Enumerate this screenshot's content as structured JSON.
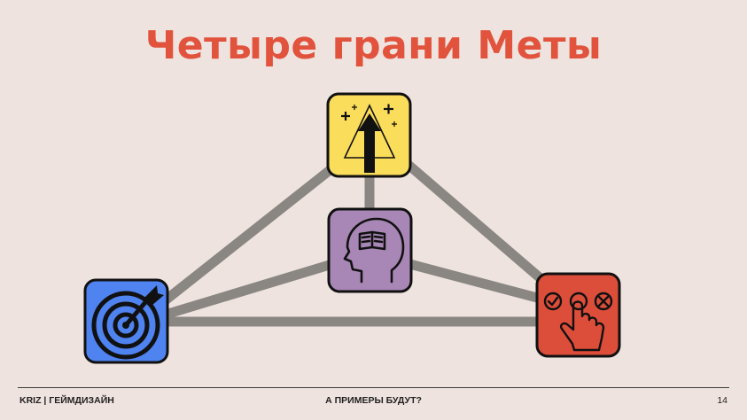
{
  "slide": {
    "title": "Четыре грани Меты",
    "footer_left": "KRIZ | ГЕЙМДИЗАЙН",
    "footer_center": "А ПРИМЕРЫ БУДУТ?",
    "page_number": "14"
  },
  "diagram": {
    "connector_color": "#8A8783",
    "nodes": [
      {
        "id": "growth",
        "icon": "upward-arrow-icon",
        "color": "#FBDD5C"
      },
      {
        "id": "knowledge",
        "icon": "head-with-book-icon",
        "color": "#A887B6"
      },
      {
        "id": "goal",
        "icon": "target-arrow-icon",
        "color": "#4F83F0"
      },
      {
        "id": "choice",
        "icon": "hand-tap-choice-icon",
        "color": "#DC4E3A"
      }
    ]
  }
}
